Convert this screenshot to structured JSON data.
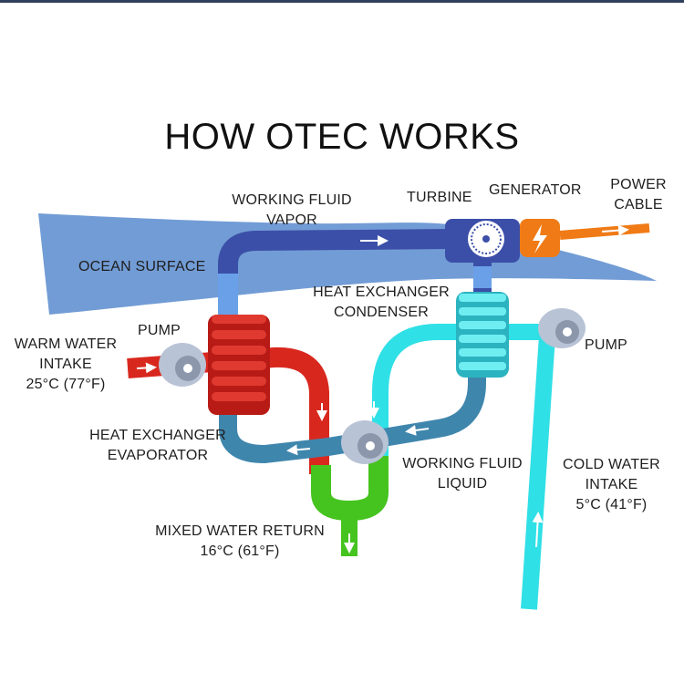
{
  "title": "HOW OTEC WORKS",
  "labels": {
    "working_fluid_vapor": [
      "WORKING FLUID",
      "VAPOR"
    ],
    "turbine": "TURBINE",
    "generator": "GENERATOR",
    "power_cable": [
      "POWER",
      "CABLE"
    ],
    "ocean_surface": "OCEAN SURFACE",
    "condenser": [
      "HEAT EXCHANGER",
      "CONDENSER"
    ],
    "pump_left": "PUMP",
    "pump_right": "PUMP",
    "warm_water_intake": [
      "WARM WATER",
      "INTAKE",
      "25°C (77°F)"
    ],
    "evaporator": [
      "HEAT EXCHANGER",
      "EVAPORATOR"
    ],
    "working_fluid_liquid": [
      "WORKING FLUID",
      "LIQUID"
    ],
    "cold_water_intake": [
      "COLD WATER",
      "INTAKE",
      "5°C (41°F)"
    ],
    "mixed_water_return": [
      "MIXED WATER RETURN",
      "16°C (61°F)"
    ]
  },
  "colors": {
    "ocean": "#6a97d3",
    "vapor_pipe": "#3b4fa8",
    "liquid_pipe": "#3f86ad",
    "warm_water": "#d8281e",
    "cold_water": "#2fe0e6",
    "mixed_water": "#45c41f",
    "generator": "#f07b16",
    "pump": "#b9c3d6"
  },
  "icons": {
    "turbine": "turbine-fan-icon",
    "generator": "lightning-bolt-icon",
    "pump": "pump-icon"
  }
}
